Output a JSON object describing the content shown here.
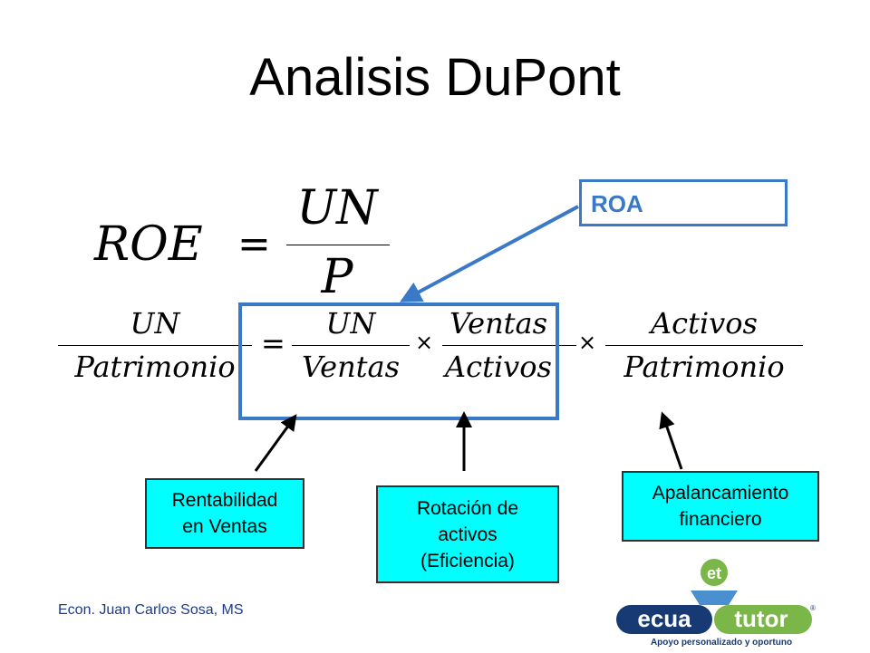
{
  "title": "Analisis DuPont",
  "formula1": {
    "lhs": "ROE",
    "equals": "=",
    "numerator": "UN",
    "denominator": "P"
  },
  "formula2": {
    "lhs_numerator": "UN",
    "lhs_denominator": "Patrimonio",
    "equals": "=",
    "term1_numerator": "UN",
    "term1_denominator": "Ventas",
    "times": "×",
    "term2_numerator": "Ventas",
    "term2_denominator": "Activos",
    "term3_numerator": "Activos",
    "term3_denominator": "Patrimonio"
  },
  "roa_label": "ROA",
  "boxes": {
    "rentabilidad": [
      "Rentabilidad",
      "en Ventas"
    ],
    "rotacion": [
      "Rotación de",
      "activos",
      "(Eficiencia)"
    ],
    "apalancamiento": [
      "Apalancamiento",
      "financiero"
    ]
  },
  "footer": "Econ. Juan Carlos Sosa, MS",
  "logo": {
    "badge": "et",
    "word_left": "ecua",
    "word_right": "tutor",
    "registered": "®",
    "tagline": "Apoyo personalizado y oportuno"
  },
  "colors": {
    "accent_blue": "#3a78c8",
    "box_fill": "#00ffff",
    "logo_green": "#7ab648",
    "logo_navy": "#173a75",
    "footer_text": "#1a3a8c"
  }
}
